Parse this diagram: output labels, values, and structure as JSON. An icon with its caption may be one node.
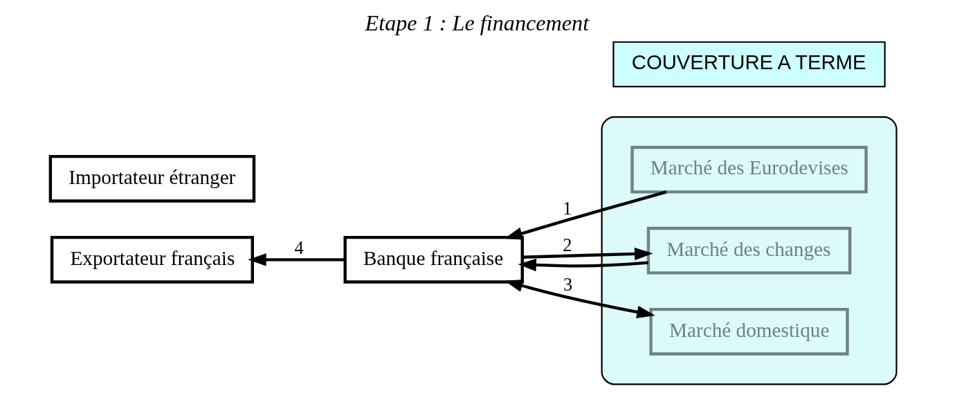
{
  "diagram": {
    "title": "Etape 1 : Le financement",
    "nodes": [
      {
        "text": [
          "Exportateur français"
        ]
      },
      {
        "text": [],
        "shape": "ellipse"
      },
      {
        "text": [
          "Marché des Eurodevises"
        ],
        "in": 1
      },
      {
        "text": [
          "Banque française"
        ]
      },
      {
        "text": [
          "Marché des changes"
        ],
        "in": 1
      },
      {
        "text": [
          "Marché domestique"
        ],
        "in": 1
      },
      {
        "text": [
          "COUVERTURE A TERME"
        ]
      },
      {
        "text": [
          "Importateur étranger"
        ]
      }
    ],
    "edges": [
      {
        "from": 3,
        "to": 0,
        "arrow": "to",
        "label": "4"
      },
      {
        "from": 2,
        "to": 3,
        "arrow": "to",
        "label": "1"
      },
      {
        "from": 3,
        "to": 4,
        "arrow": "to",
        "label": "2"
      },
      {
        "from": 4,
        "to": 3,
        "arrow": "to"
      },
      {
        "from": 3,
        "to": 5,
        "arrow": "both",
        "label": "3"
      }
    ]
  }
}
